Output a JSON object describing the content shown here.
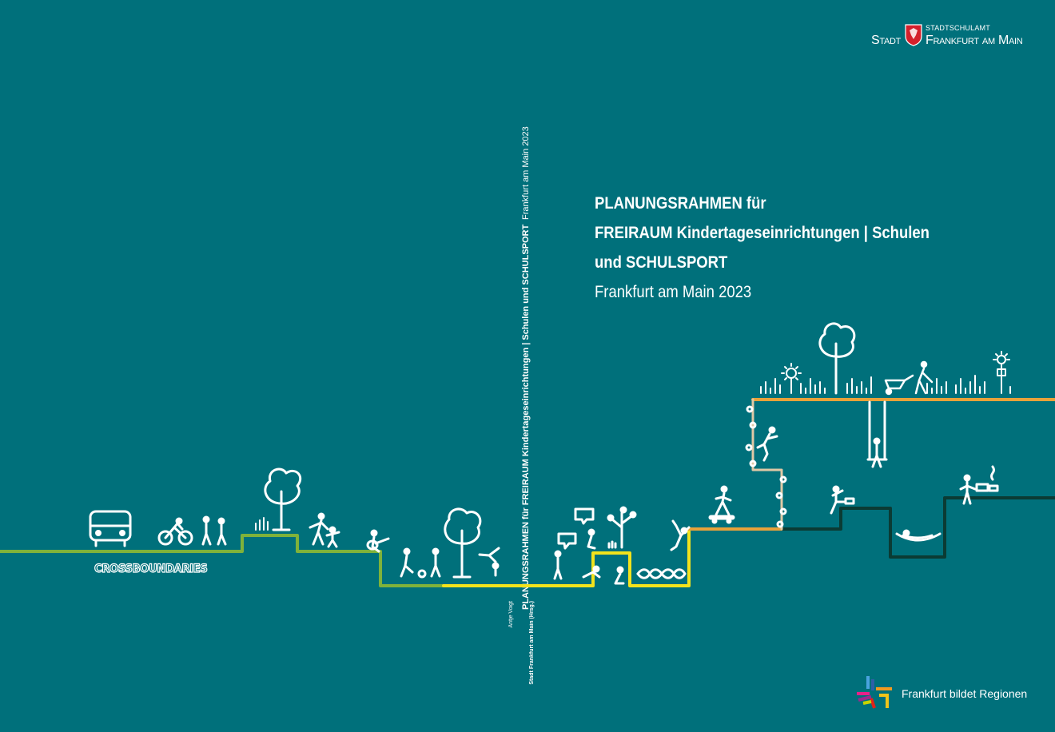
{
  "header": {
    "department": "STADTSCHULAMT",
    "city_word_1": "Stadt",
    "city_word_2": "Frankfurt am Main"
  },
  "title": {
    "line1": "PLANUNGSRAHMEN für",
    "line2": "FREIRAUM Kindertageseinrichtungen | Schulen",
    "line3": "und SCHULSPORT",
    "subtitle": "Frankfurt am Main 2023"
  },
  "spine": {
    "title": "PLANUNGSRAHMEN für FREIRAUM Kindertageseinrichtungen | Schulen und SCHULSPORT",
    "place_year": "Frankfurt am Main 2023",
    "author": "Antje Voigt",
    "publisher": "Stadt Frankfurt am Main (Hrsg.)"
  },
  "illustration": {
    "brand_text": "CROSSBOUNDARIES",
    "icons": [
      "car-icon",
      "cyclist-icon",
      "walking-pair-icon",
      "tree-icon",
      "play-figures-icon",
      "guitar-player-icon",
      "football-icon",
      "tree-icon",
      "gymnast-icon",
      "speech-bubble-icon",
      "climbing-tree-icon",
      "waves-icon",
      "skateboarder-icon",
      "jumper-icon",
      "climber-icon",
      "swing-icon",
      "reader-icon",
      "hammock-icon",
      "garden-icon",
      "sun-icon",
      "tree-icon",
      "wheelbarrow-icon",
      "flower-icon"
    ]
  },
  "footer": {
    "slogan": "Frankfurt bildet Regionen"
  },
  "colors": {
    "background": "#00707b",
    "line_green": "#7fb23a",
    "line_yellow": "#f2e31c",
    "line_orange": "#e8a23a",
    "line_dark": "#0b3b34",
    "crest_red": "#d4202c"
  }
}
